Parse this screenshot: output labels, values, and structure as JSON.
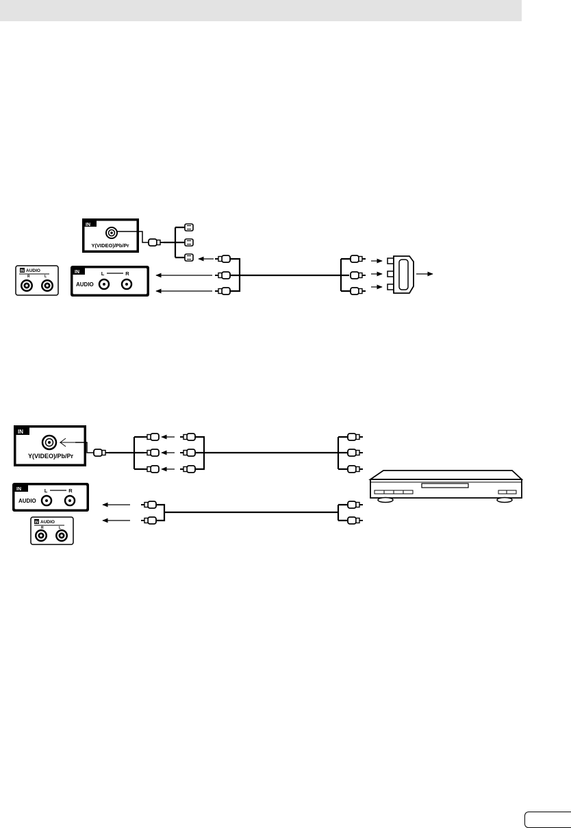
{
  "diagram1": {
    "video_panel": {
      "in_label": "IN",
      "port_label": "Y(VIDEO)/Pb/Pr"
    },
    "audio_panel": {
      "in_label": "IN",
      "audio_label": "AUDIO",
      "left_label": "L",
      "right_label": "R"
    },
    "small_audio_panel": {
      "in_label": "IN",
      "audio_label": "AUDIO",
      "right_label": "R",
      "left_label": "L"
    }
  },
  "diagram2": {
    "video_panel": {
      "in_label": "IN",
      "port_label": "Y(VIDEO)/Pb/Pr"
    },
    "audio_panel": {
      "in_label": "IN",
      "audio_label": "AUDIO",
      "left_label": "L",
      "right_label": "R"
    },
    "small_audio_panel": {
      "in_label": "IN",
      "audio_label": "AUDIO",
      "right_label": "R",
      "left_label": "L"
    }
  }
}
